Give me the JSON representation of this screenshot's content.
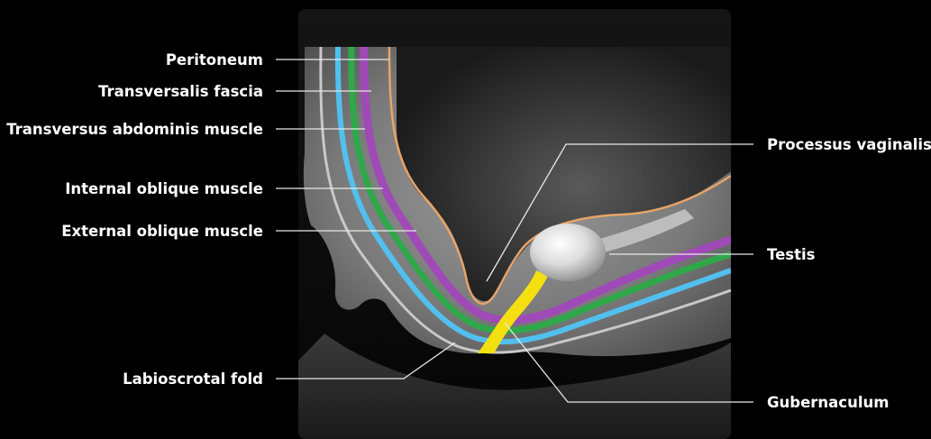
{
  "labels": {
    "peritoneum": "Peritoneum",
    "transversalis_fascia": "Transversalis fascia",
    "transversus_abdominis": "Transversus abdominis muscle",
    "internal_oblique": "Internal oblique muscle",
    "external_oblique": "External oblique muscle",
    "labioscrotal_fold": "Labioscrotal fold",
    "processus_vaginalis": "Processus vaginalis",
    "testis": "Testis",
    "gubernaculum": "Gubernaculum"
  },
  "colors": {
    "background": "#000000",
    "peritoneum": "#e8a468",
    "transversalis_fascia": "#a04ab8",
    "transversus_abdominis": "#2fa84a",
    "internal_oblique": "#52c0ee",
    "external_oblique": "#c8c8c8",
    "gubernaculum": "#f4e010",
    "tissue": "#8a8a8a",
    "cavity": "#2a2a2a"
  }
}
